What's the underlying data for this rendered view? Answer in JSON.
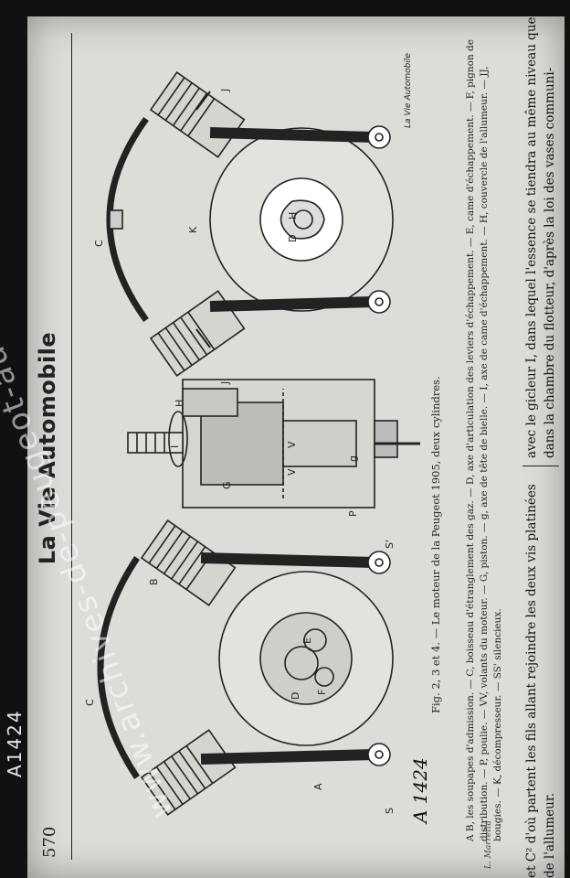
{
  "negative_mark": "A1424",
  "page": {
    "number": "570",
    "journal": "La Vie Automobile",
    "plate_number": "A 1424",
    "artist_signature": "L. Marretta",
    "drawing_credit": "La Vie Automobile",
    "figure_labels": {
      "left": [
        "A",
        "B",
        "C",
        "D",
        "E",
        "F",
        "S",
        "S'"
      ],
      "middle": [
        "I",
        "H",
        "G",
        "V",
        "V",
        "P",
        "g"
      ],
      "right": [
        "C",
        "D",
        "H",
        "J",
        "J",
        "K"
      ]
    },
    "caption": {
      "title": "Fig. 2, 3 et 4. — Le moteur de la Peugeot 1905, deux cylindres.",
      "legend": "A B, les soupapes d'admission. — C, boisseau d'étranglement des gaz. — D, axe d'articulation des leviers d'échappement. — E, came d'échappement. — F, pignon de distribution. — P, poulie. — VV, volants du moteur. — G, piston. — g, axe de tête de bielle. — I, axe de came d'échappement. — H, couvercle de l'allumeur. — JJ, bougies. — K, décompresseur. — SS' silencieux."
    },
    "body_text": {
      "left": "et C² d'où partent les fils allant rejoindre les deux vis platinées de l'allumeur.",
      "right": "avec le gicleur I, dans lequel l'essence se tiendra au même niveau que dans la chambre du flotteur, d'après la loi des vases communi-"
    },
    "watermark": "www.archives-de-peugeot-automobiles.com"
  }
}
